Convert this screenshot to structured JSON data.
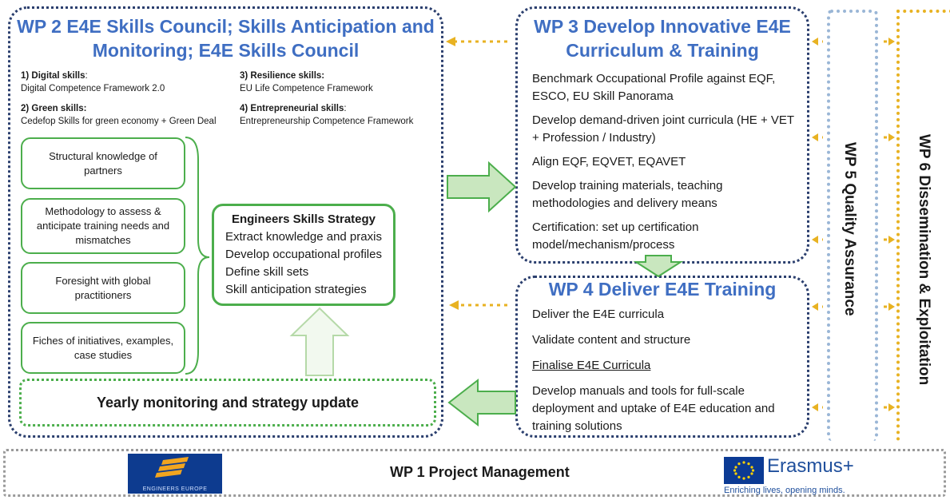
{
  "wp2": {
    "title": "WP 2 E4E Skills Council; Skills Anticipation and Monitoring; E4E Skills Council",
    "skills": [
      {
        "label": "1) Digital skills",
        "suffix": ":",
        "desc": "Digital Competence Framework 2.0"
      },
      {
        "label": "3) Resilience skills:",
        "suffix": "",
        "desc": "EU Life Competence Framework"
      },
      {
        "label": "2) Green skills:",
        "suffix": "",
        "desc": "Cedefop Skills for green economy + Green Deal"
      },
      {
        "label": "4) Entrepreneurial skills",
        "suffix": ":",
        "desc": "Entrepreneurship Competence Framework"
      }
    ],
    "inputs": [
      "Structural knowledge of partners",
      "Methodology to assess & anticipate training needs and mismatches",
      "Foresight with global practitioners",
      "Fiches of initiatives, examples, case studies"
    ],
    "strategy": {
      "title": "Engineers Skills Strategy",
      "items": [
        "Extract knowledge and praxis",
        "Develop occupational profiles",
        "Define skill sets",
        "Skill anticipation strategies"
      ]
    },
    "yearly": "Yearly monitoring and strategy update"
  },
  "wp3": {
    "title_line1": "WP 3 Develop Innovative E4E",
    "title_line2": "Curriculum & Training",
    "items": [
      "Benchmark Occupational Profile against EQF, ESCO, EU Skill Panorama",
      "Develop demand-driven joint curricula (HE + VET + Profession / Industry)",
      "Align EQF, EQVET, EQAVET",
      "Develop training materials, teaching methodologies and delivery means",
      "Certification: set up certification model/mechanism/process"
    ]
  },
  "wp4": {
    "title": "WP 4 Deliver E4E Training",
    "items": [
      "Deliver the E4E curricula",
      "Validate content and structure",
      "Finalise E4E Curricula",
      "Develop manuals and tools for full-scale deployment and uptake of E4E education and training solutions"
    ]
  },
  "wp5": {
    "label": "WP 5 Quality Assurance"
  },
  "wp6": {
    "label": "WP 6 Dissemination & Exploitation"
  },
  "wp1": {
    "label": "WP 1 Project Management"
  },
  "logos": {
    "engineers_europe": "ENGINEERS EUROPE",
    "erasmus_name": "Erasmus+",
    "erasmus_tagline": "Enriching lives, opening minds."
  },
  "colors": {
    "title_blue": "#3f6ec2",
    "frame_navy": "#2b3f6e",
    "green": "#4cae4c",
    "wp5_blue": "#9ab6d6",
    "wp6_gold": "#e8b222"
  }
}
